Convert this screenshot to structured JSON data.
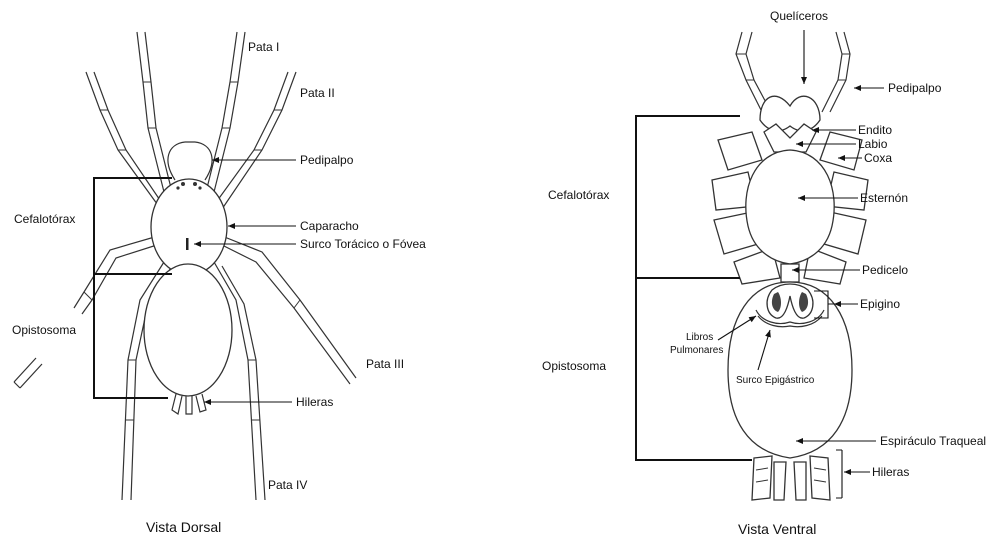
{
  "dorsal": {
    "caption": "Vista Dorsal",
    "labels": {
      "pata1": "Pata I",
      "pata2": "Pata II",
      "pedipalpo": "Pedipalpo",
      "cefalotorax": "Cefalotórax",
      "caparacho": "Caparacho",
      "surco": "Surco Torácico o Fóvea",
      "opistosoma": "Opistosoma",
      "pata3": "Pata III",
      "hileras": "Hileras",
      "pata4": "Pata IV"
    }
  },
  "ventral": {
    "caption": "Vista Ventral",
    "labels": {
      "queliceros": "Quelíceros",
      "pedipalpo": "Pedipalpo",
      "endito": "Endito",
      "labio": "Labio",
      "coxa": "Coxa",
      "cefalotorax": "Cefalotórax",
      "esternon": "Esternón",
      "pedicelo": "Pedicelo",
      "epigino": "Epigino",
      "libros1": "Libros",
      "libros2": "Pulmonares",
      "opistosoma": "Opistosoma",
      "surco_epigastrico": "Surco Epigástrico",
      "espiraculo": "Espiráculo Traqueal",
      "hileras": "Hileras"
    }
  }
}
